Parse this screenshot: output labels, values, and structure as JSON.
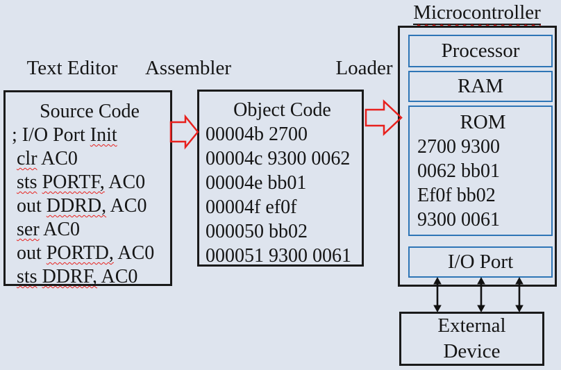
{
  "palette": {
    "background": "#dee4ee",
    "box_border_black": "#1a1a1a",
    "box_border_blue": "#2e75b6",
    "arrow_red": "#e8201d",
    "text_ink": "#151515"
  },
  "labels": {
    "text_editor": "Text Editor",
    "assembler": "Assembler",
    "loader": "Loader",
    "microcontroller": "Microcontroller"
  },
  "source_box": {
    "title": "Source Code",
    "lines": [
      {
        "segments": [
          {
            "t": "; I/O Port ",
            "u": false
          },
          {
            "t": "Init",
            "u": true
          }
        ]
      },
      {
        "segments": [
          {
            "t": " ",
            "u": false
          },
          {
            "t": "clr",
            "u": true
          },
          {
            "t": " AC0",
            "u": false
          }
        ]
      },
      {
        "segments": [
          {
            "t": " ",
            "u": false
          },
          {
            "t": "sts",
            "u": true
          },
          {
            "t": " ",
            "u": false
          },
          {
            "t": "PORTF,",
            "u": true
          },
          {
            "t": " AC0",
            "u": false
          }
        ]
      },
      {
        "segments": [
          {
            "t": " out ",
            "u": false
          },
          {
            "t": "DDRD,",
            "u": true
          },
          {
            "t": " AC0",
            "u": false
          }
        ]
      },
      {
        "segments": [
          {
            "t": " ",
            "u": false
          },
          {
            "t": "ser",
            "u": true
          },
          {
            "t": " AC0",
            "u": false
          }
        ]
      },
      {
        "segments": [
          {
            "t": " out ",
            "u": false
          },
          {
            "t": "PORTD,",
            "u": true
          },
          {
            "t": " AC0",
            "u": false
          }
        ]
      },
      {
        "segments": [
          {
            "t": " ",
            "u": false
          },
          {
            "t": "sts",
            "u": true
          },
          {
            "t": " ",
            "u": false
          },
          {
            "t": "DDRF,",
            "u": true
          },
          {
            "t": " AC0",
            "u": false
          }
        ]
      }
    ]
  },
  "object_box": {
    "title": "Object Code",
    "lines": [
      "00004b 2700",
      "00004c 9300 0062",
      "00004e bb01",
      "00004f ef0f",
      "000050 bb02",
      "000051 9300 0061"
    ]
  },
  "microcontroller": {
    "processor": "Processor",
    "ram": "RAM",
    "rom_title": "ROM",
    "rom_lines": [
      "2700 9300",
      "0062 bb01",
      "Ef0f bb02",
      "9300 0061"
    ],
    "io_port": "I/O Port"
  },
  "external_device": {
    "line1": "External",
    "line2": "Device"
  }
}
